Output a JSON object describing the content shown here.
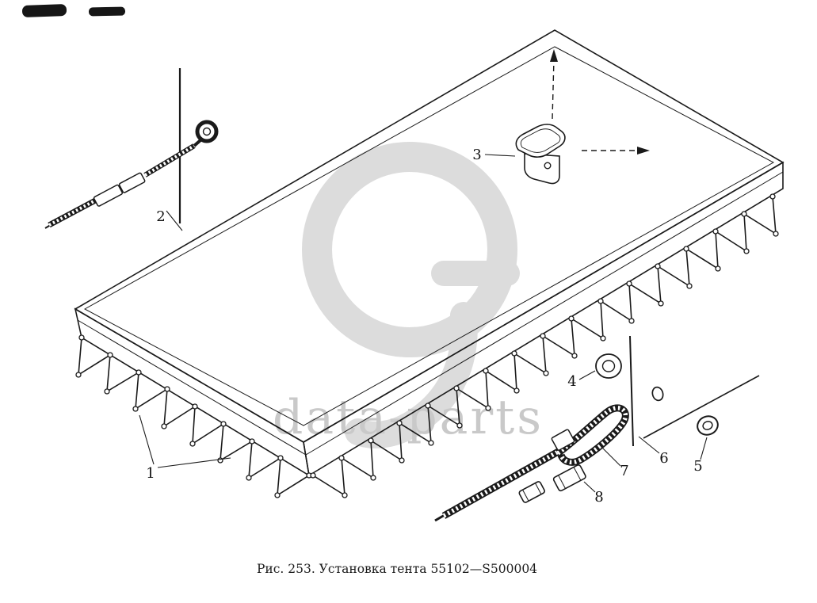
{
  "figure": {
    "caption": "Рис. 253. Установка тента 55102—S500004"
  },
  "watermark": {
    "text": "data-parts"
  },
  "callouts": {
    "c1": "1",
    "c2": "2",
    "c3": "3",
    "c4": "4",
    "c5": "5",
    "c6": "6",
    "c7": "7",
    "c8": "8"
  },
  "colors": {
    "ink": "#1a1a1a",
    "paper": "#ffffff",
    "watermark_logo": "#dcdcdc",
    "watermark_text": "#c9c9c9"
  }
}
